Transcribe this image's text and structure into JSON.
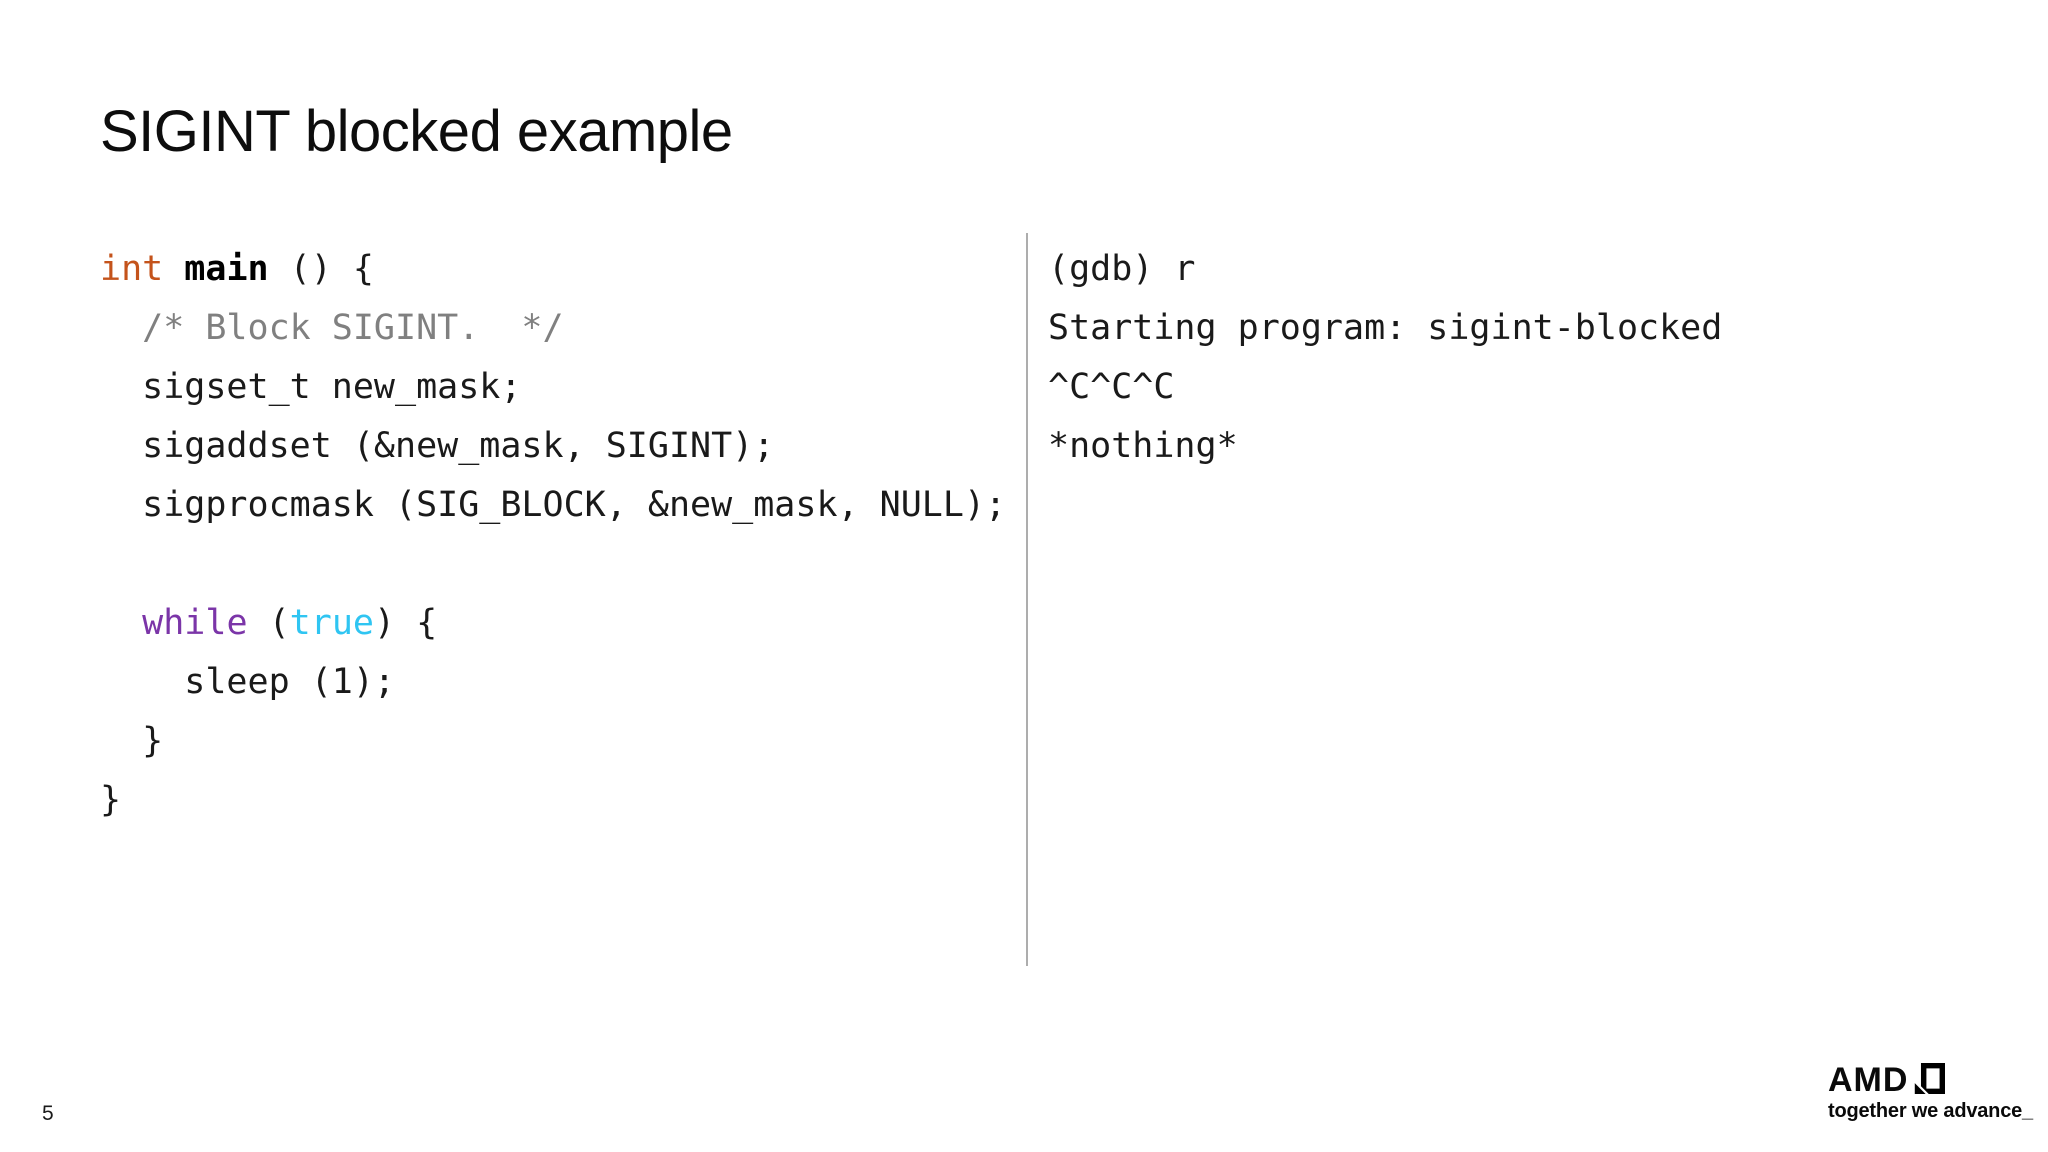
{
  "title": "SIGINT blocked example",
  "page_number": "5",
  "colors": {
    "keyword_type": "#C4531B",
    "keyword_flow": "#7B35A8",
    "literal_true": "#2FC5F2",
    "comment": "#808080",
    "code_text": "#1A1A1A",
    "divider": "#ADADAD"
  },
  "code_panel": {
    "language": "c",
    "lines": [
      {
        "segments": [
          {
            "t": "int",
            "s": "type"
          },
          {
            "t": " "
          },
          {
            "t": "main",
            "s": "bold"
          },
          {
            "t": " () {"
          }
        ]
      },
      {
        "segments": [
          {
            "t": "  /* Block SIGINT.  */",
            "s": "comment"
          }
        ]
      },
      {
        "segments": [
          {
            "t": "  sigset_t new_mask;"
          }
        ]
      },
      {
        "segments": [
          {
            "t": "  sigaddset (&new_mask, SIGINT);"
          }
        ]
      },
      {
        "segments": [
          {
            "t": "  sigprocmask (SIG_BLOCK, &new_mask, NULL);"
          }
        ]
      },
      {
        "segments": [
          {
            "t": ""
          }
        ]
      },
      {
        "segments": [
          {
            "t": "  "
          },
          {
            "t": "while",
            "s": "flow"
          },
          {
            "t": " ("
          },
          {
            "t": "true",
            "s": "literal"
          },
          {
            "t": ") {"
          }
        ]
      },
      {
        "segments": [
          {
            "t": "    sleep (1);"
          }
        ]
      },
      {
        "segments": [
          {
            "t": "  }"
          }
        ]
      },
      {
        "segments": [
          {
            "t": "}"
          }
        ]
      }
    ]
  },
  "gdb_panel": {
    "lines": [
      "(gdb) r",
      "Starting program: sigint-blocked",
      "^C^C^C",
      "*nothing*"
    ]
  },
  "logo": {
    "brand": "AMD",
    "tagline": "together we advance_"
  }
}
